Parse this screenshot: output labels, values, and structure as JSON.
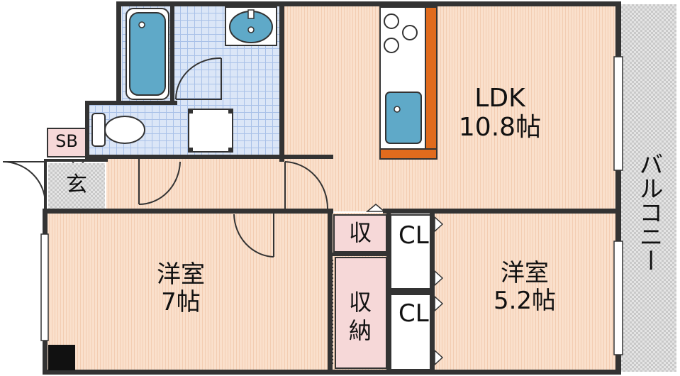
{
  "rooms": {
    "ldk": {
      "name": "LDK",
      "size": "10.8帖"
    },
    "western_7": {
      "name": "洋室",
      "size": "7帖"
    },
    "western_52": {
      "name": "洋室",
      "size": "5.2帖"
    }
  },
  "labels": {
    "balcony": "バルコニー",
    "shoe_box": "SB",
    "entrance": "玄",
    "storage_small": "収",
    "storage_large": "収納",
    "closet_upper": "CL",
    "closet_lower": "CL"
  },
  "colors": {
    "room_floor": "#fae0cc",
    "wet_area_tile": "#dbe6f7",
    "fixture_blue": "#5fa9c8",
    "counter_orange": "#e06b1d",
    "wall": "#333333",
    "balcony": "#e4e4e4"
  }
}
